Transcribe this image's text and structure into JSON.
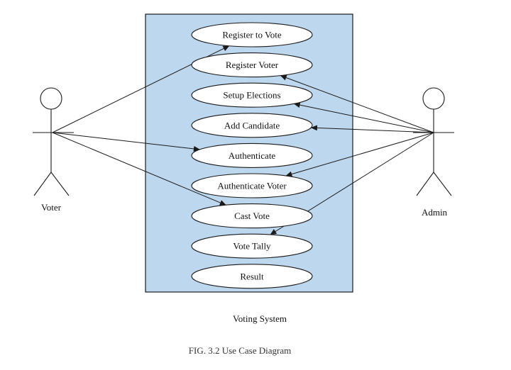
{
  "diagram": {
    "system_label": "Voting System",
    "caption": "FIG. 3.2 Use Case Diagram",
    "actors": {
      "voter": "Voter",
      "admin": "Admin"
    },
    "use_cases": [
      "Register to Vote",
      "Register Voter",
      "Setup Elections",
      "Add Candidate",
      "Authenticate",
      "Authenticate Voter",
      "Cast Vote",
      "Vote Tally",
      "Result"
    ],
    "associations": {
      "voter": [
        "Register to Vote",
        "Authenticate",
        "Cast Vote"
      ],
      "admin": [
        "Register Voter",
        "Setup Elections",
        "Add Candidate",
        "Authenticate Voter",
        "Vote Tally"
      ]
    },
    "colors": {
      "system_fill": "#bdd7ee",
      "stroke": "#1a1a1a"
    }
  }
}
